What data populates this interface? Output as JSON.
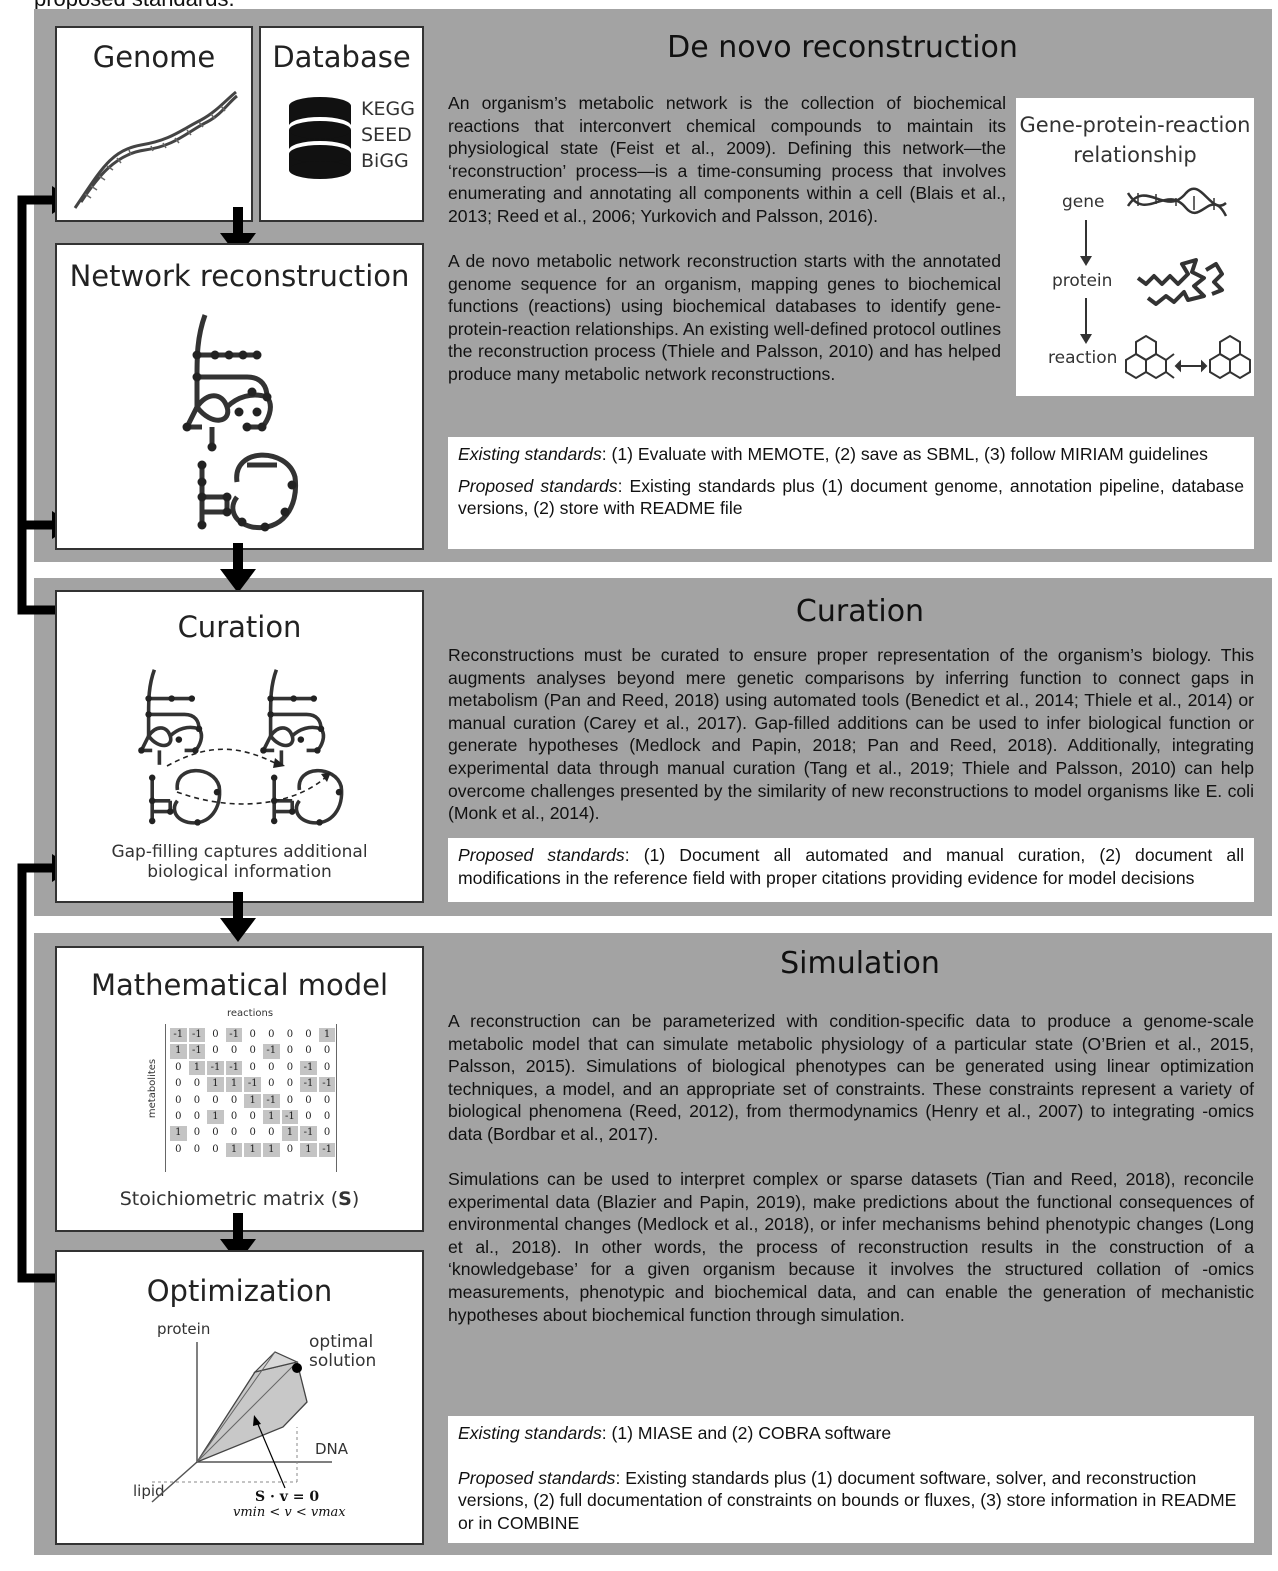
{
  "caption_fragment": "proposed standards.",
  "de_novo": {
    "title": "De novo reconstruction",
    "genome_label": "Genome",
    "database_label": "Database",
    "databases": [
      "KEGG",
      "SEED",
      "BiGG"
    ],
    "network_label": "Network reconstruction",
    "para1": "An organism’s metabolic network is the collection of biochemical reactions that interconvert chemical compounds to maintain its physiological state (Feist et al., 2009). Defining this network—the ‘reconstruction’ process—is a time-consuming process that involves enumerating and annotating all components within a cell (Blais et al., 2013; Reed et al., 2006; Yurkovich and Palsson, 2016).",
    "para2": "A de novo metabolic network reconstruction starts with the annotated genome sequence for an organism, mapping genes to biochemical functions (reactions) using biochemical databases to identify gene-protein-reaction relationships. An existing well-defined protocol outlines the reconstruction process (Thiele and Palsson, 2010) and has helped produce many metabolic network reconstructions.",
    "gpr_title": "Gene-protein-reaction relationship",
    "gpr_gene": "gene",
    "gpr_protein": "protein",
    "gpr_reaction": "reaction",
    "existing_label": "Existing standards",
    "existing_text": ": (1) Evaluate with MEMOTE, (2) save as SBML, (3) follow MIRIAM guidelines",
    "proposed_label": "Proposed standards",
    "proposed_text": ": Existing standards plus (1) document genome, annotation pipeline, database versions, (2) store with README file"
  },
  "curation": {
    "title": "Curation",
    "box_label": "Curation",
    "gap_caption_1": "Gap-filling captures additional",
    "gap_caption_2": "biological information",
    "para": "Reconstructions must be curated to ensure proper representation of the organism’s biology. This augments analyses beyond mere genetic comparisons by inferring function to connect gaps in metabolism (Pan and Reed, 2018) using automated tools (Benedict et al., 2014; Thiele et al., 2014) or manual curation (Carey et al., 2017). Gap-filled additions can be used to infer biological function or generate hypotheses (Medlock and Papin, 2018; Pan and Reed, 2018). Additionally, integrating experimental data through manual curation (Tang et al., 2019; Thiele and Palsson, 2010) can help overcome challenges presented by the similarity of new reconstructions to model organisms like E. coli (Monk et al., 2014).",
    "proposed_label": "Proposed standards",
    "proposed_text": ": (1) Document all automated and manual curation, (2) document all modifications in the reference field with proper citations providing evidence for model decisions"
  },
  "simulation": {
    "title": "Simulation",
    "math_label": "Mathematical model",
    "matrix_top_label": "reactions",
    "matrix_side_label": "metabolites",
    "matrix_caption": "Stoichiometric matrix (",
    "matrix_caption_bold": "S",
    "matrix_caption_end": ")",
    "matrix": [
      [
        "-1",
        "-1",
        "0",
        "-1",
        "0",
        "0",
        "0",
        "0",
        "1"
      ],
      [
        "1",
        "-1",
        "0",
        "0",
        "0",
        "-1",
        "0",
        "0",
        "0"
      ],
      [
        "0",
        "1",
        "-1",
        "-1",
        "0",
        "0",
        "0",
        "-1",
        "0"
      ],
      [
        "0",
        "0",
        "1",
        "1",
        "-1",
        "0",
        "0",
        "-1",
        "-1"
      ],
      [
        "0",
        "0",
        "0",
        "0",
        "1",
        "-1",
        "0",
        "0",
        "0"
      ],
      [
        "0",
        "0",
        "1",
        "0",
        "0",
        "1",
        "-1",
        "0",
        "0"
      ],
      [
        "1",
        "0",
        "0",
        "0",
        "0",
        "0",
        "1",
        "-1",
        "0"
      ],
      [
        "0",
        "0",
        "0",
        "1",
        "1",
        "1",
        "0",
        "1",
        "-1"
      ]
    ],
    "optimization_label": "Optimization",
    "axis_protein": "protein",
    "axis_dna": "DNA",
    "axis_lipid": "lipid",
    "optimal_1": "optimal",
    "optimal_2": "solution",
    "eq1": "S · v = 0",
    "eq2": "vmin < v < vmax",
    "para1": "A reconstruction can be parameterized with condition-specific data to produce a genome-scale metabolic model that can simulate metabolic physiology of a particular state (O’Brien et al., 2015, Palsson, 2015). Simulations of biological phenotypes can be generated using linear optimization techniques, a model, and an appropriate set of constraints. These constraints represent a variety of biological phenomena (Reed, 2012), from thermodynamics (Henry et al., 2007) to integrating -omics data (Bordbar et al., 2017).",
    "para2": "Simulations can be used to interpret complex or sparse datasets (Tian and Reed, 2018), reconcile experimental data (Blazier and Papin, 2019), make predictions about the functional consequences of environmental changes (Medlock et al., 2018), or infer mechanisms behind phenotypic changes (Long et al., 2018). In other words, the process of reconstruction results in the construction of a ‘knowledgebase’ for a given organism because it involves the structured collation of -omics measurements, phenotypic and biochemical data, and can enable the generation of mechanistic hypotheses about biochemical function through simulation.",
    "existing_label": "Existing standards",
    "existing_text": ": (1) MIASE and (2) COBRA software",
    "proposed_label": "Proposed standards",
    "proposed_text": ": Existing standards plus (1) document software, solver, and reconstruction versions, (2) full documentation of constraints on bounds or fluxes, (3) store information in README or in COMBINE"
  }
}
